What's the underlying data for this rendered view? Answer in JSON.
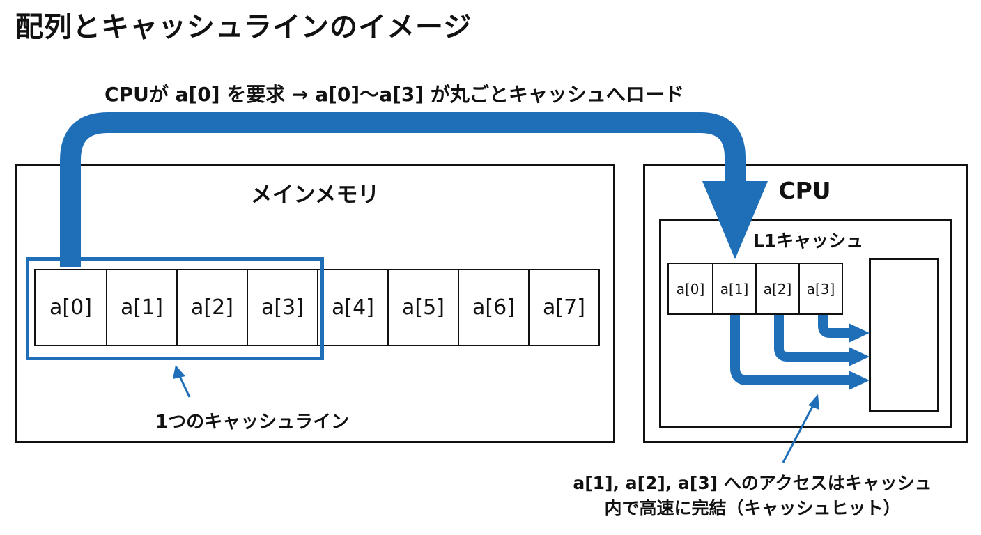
{
  "title": "配列とキャッシュラインのイメージ",
  "caption": "CPUが a[0] を要求 → a[0]〜a[3] が丸ごとキャッシュへロード",
  "main_memory": {
    "label": "メインメモリ",
    "cells": [
      "a[0]",
      "a[1]",
      "a[2]",
      "a[3]",
      "a[4]",
      "a[5]",
      "a[6]",
      "a[7]"
    ],
    "cache_line_label": "1つのキャッシュライン"
  },
  "cpu": {
    "label": "CPU",
    "l1_label": "L1キャッシュ",
    "cache_cells": [
      "a[0]",
      "a[1]",
      "a[2]",
      "a[3]"
    ]
  },
  "hit_note": {
    "line1": "a[1], a[2], a[3] へのアクセスはキャッシュ",
    "line2": "内で高速に完結（キャッシュヒット）"
  },
  "colors": {
    "accent_blue": "#1f6fb8",
    "line": "#111111"
  }
}
